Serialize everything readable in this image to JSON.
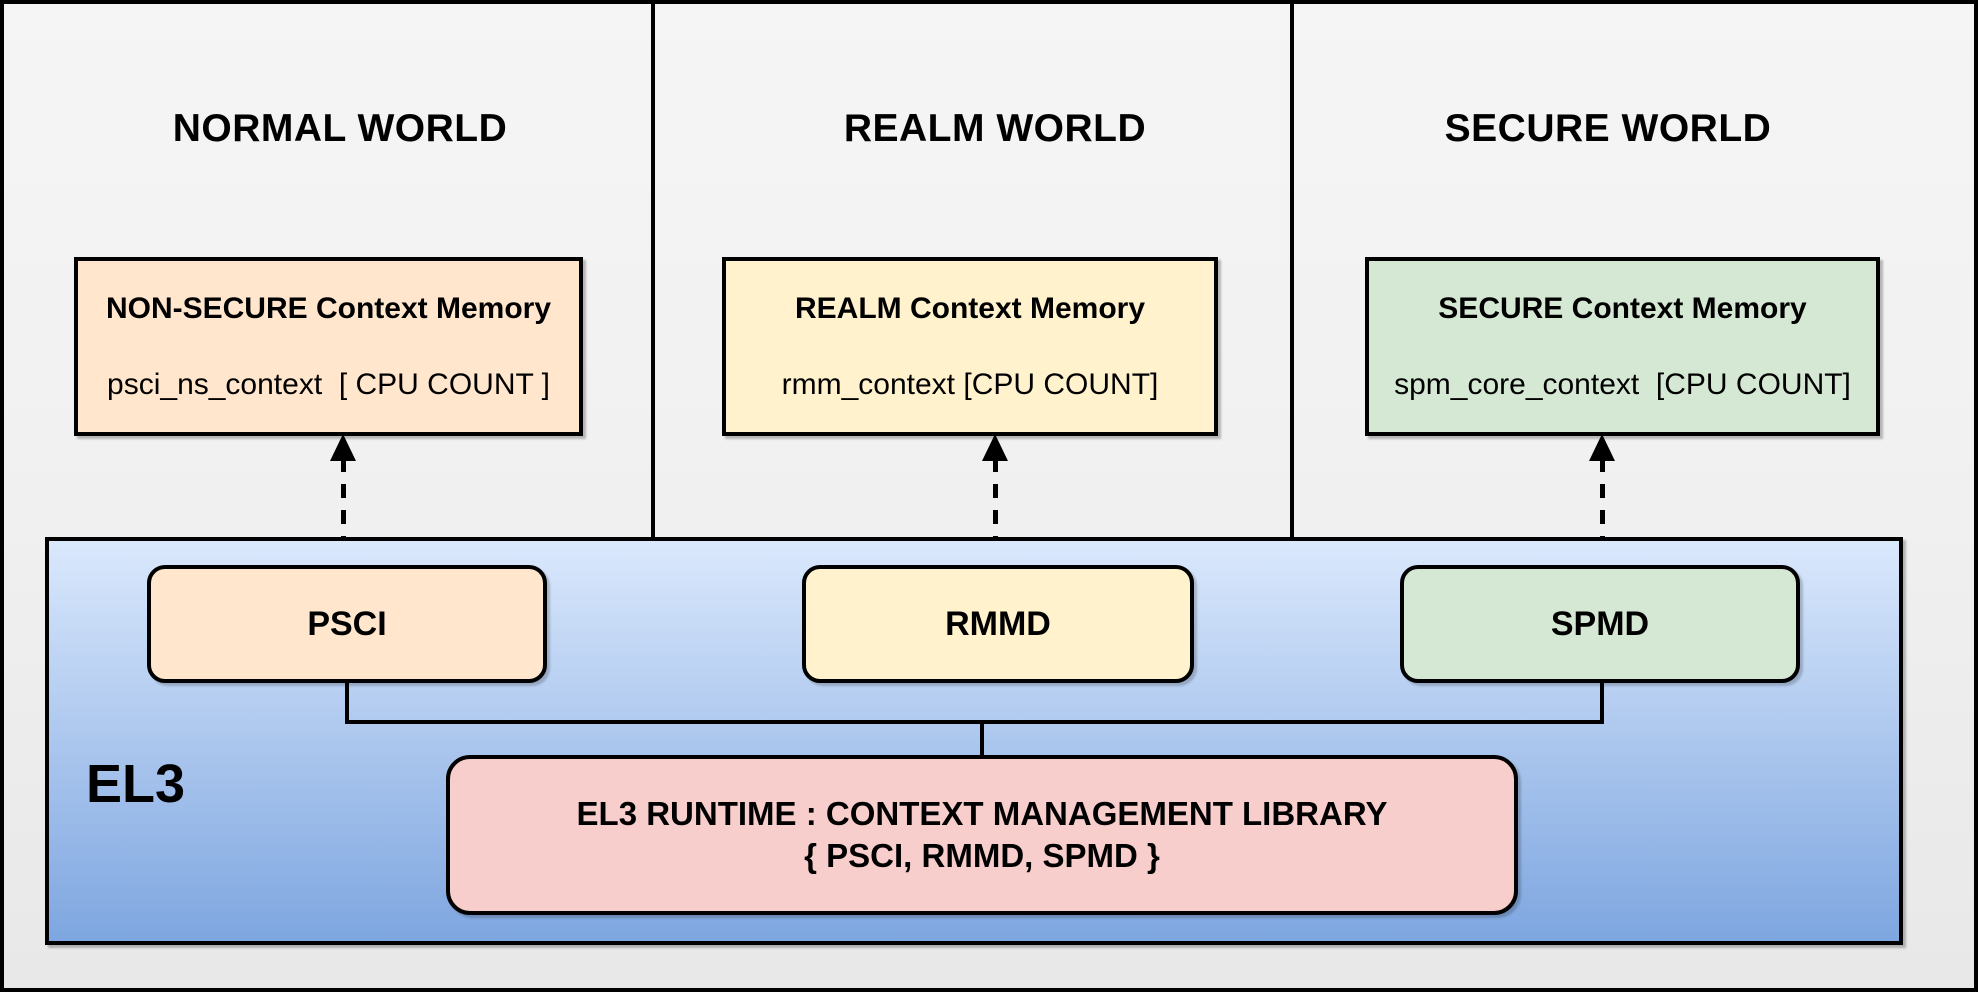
{
  "worlds": [
    {
      "title": "NORMAL WORLD",
      "memory": {
        "title": "NON-SECURE Context Memory",
        "subtitle": "psci_ns_context  [ CPU COUNT ]"
      },
      "component": {
        "label": "PSCI"
      }
    },
    {
      "title": "REALM WORLD",
      "memory": {
        "title": "REALM Context Memory",
        "subtitle": "rmm_context [CPU COUNT]"
      },
      "component": {
        "label": "RMMD"
      }
    },
    {
      "title": "SECURE WORLD",
      "memory": {
        "title": "SECURE Context Memory",
        "subtitle": "spm_core_context  [CPU COUNT]"
      },
      "component": {
        "label": "SPMD"
      }
    }
  ],
  "el3": {
    "label": "EL3",
    "runtime": {
      "line1": "EL3 RUNTIME : CONTEXT MANAGEMENT LIBRARY",
      "line2": "{ PSCI, RMMD, SPMD }"
    }
  },
  "colors": {
    "normal_accent": "#ffe6cc",
    "realm_accent": "#fff2cc",
    "secure_accent": "#d5e8d4",
    "runtime_pink": "#f8cecc",
    "el3_gradient_top": "#dae8fc",
    "el3_gradient_bottom": "#7ea6e0",
    "world_bg_top": "#f5f5f5",
    "world_bg_bottom": "#e8e8e8",
    "line_black": "#000000"
  }
}
